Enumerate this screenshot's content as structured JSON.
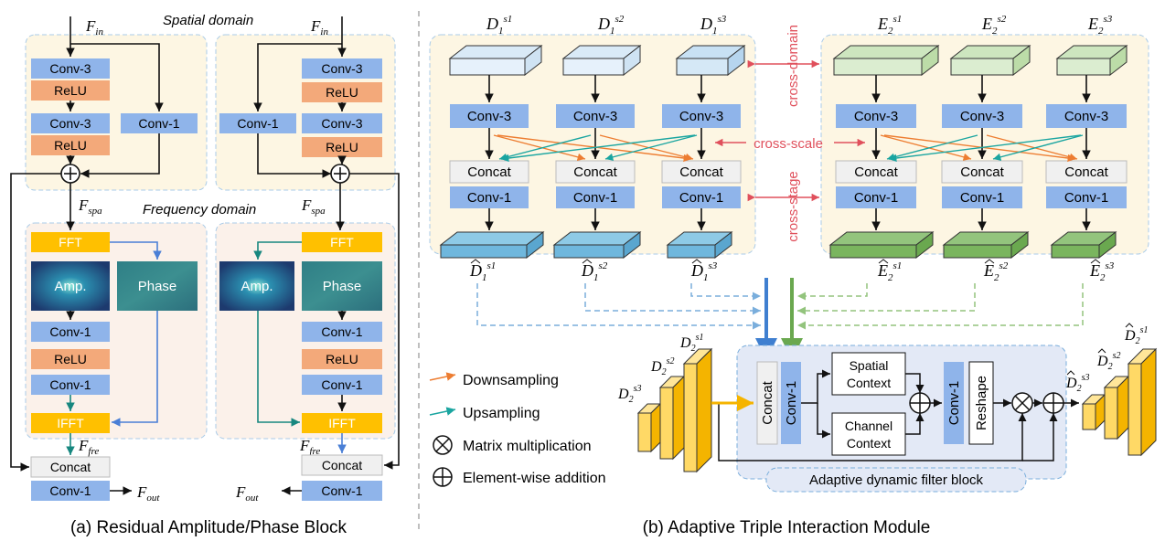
{
  "panel_a": {
    "f_in_left": "F",
    "f_in_right": "F",
    "f_in_sub": "in",
    "spatial_domain": "Spatial domain",
    "frequency_domain": "Frequency domain",
    "f_spa": "F",
    "f_spa_sub": "spa",
    "f_fre": "F",
    "f_fre_sub": "fre",
    "f_out": "F",
    "f_out_sub": "out",
    "conv3": "Conv-3",
    "conv1": "Conv-1",
    "relu": "ReLU",
    "fft": "FFT",
    "ifft": "IFFT",
    "amp": "Amp.",
    "phase": "Phase",
    "concat": "Concat",
    "caption": "(a) Residual Amplitude/Phase Block"
  },
  "panel_b": {
    "d_labels": [
      "D",
      "D",
      "D"
    ],
    "d_sups": [
      "s1",
      "s2",
      "s3"
    ],
    "d_sub": "1",
    "e_sub": "2",
    "e_labels": [
      "E",
      "E",
      "E"
    ],
    "conv3": "Conv-3",
    "concat": "Concat",
    "conv1": "Conv-1",
    "cross_domain": "cross-domain",
    "cross_scale": "cross-scale",
    "cross_stage": "cross-stage",
    "legend": {
      "downsampling": "Downsampling",
      "upsampling": "Upsampling",
      "matrix_mult": "Matrix multiplication",
      "elementwise_add": "Element-wise addition"
    },
    "adf": {
      "concat": "Concat",
      "conv1": "Conv-1",
      "spatial_context": [
        "Spatial",
        "Context"
      ],
      "channel_context": [
        "Channel",
        "Context"
      ],
      "reshape": "Reshape",
      "block_label": "Adaptive dynamic filter block"
    },
    "caption": "(b) Adaptive Triple Interaction Module",
    "colors": {
      "blue_box": "#8fb4ea",
      "relu": "#f3a97a",
      "fft": "#ffc000",
      "concat": "#f0f0f0",
      "d_feat": "#a8d3ee",
      "e_feat": "#b9dca0",
      "orange_arrow": "#ed7d31",
      "teal_arrow": "#1aa5a0",
      "cross_text": "#e0505c",
      "yellow_feat": "#ffd966"
    }
  }
}
